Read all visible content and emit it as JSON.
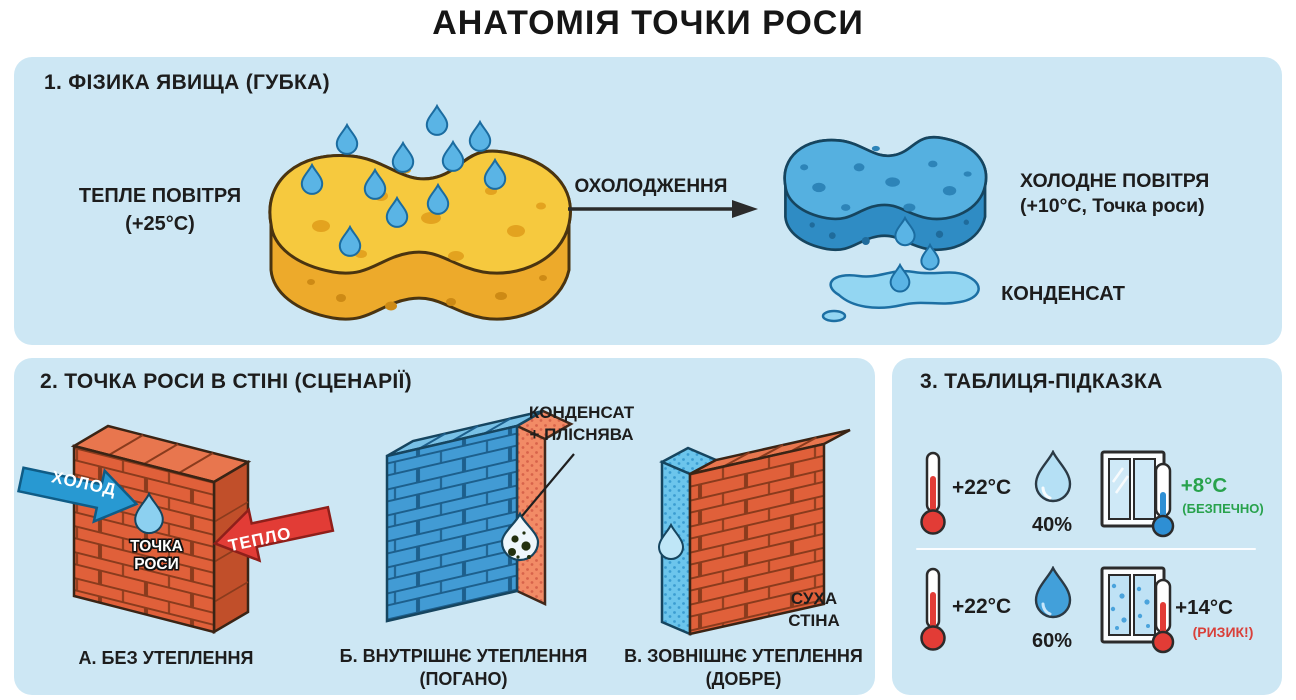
{
  "title": "АНАТОМІЯ ТОЧКИ РОСИ",
  "colors": {
    "panel_bg": "#cde7f4",
    "sponge_yellow": "#f6c93e",
    "sponge_blue": "#55b0e0",
    "droplet": "#5ab4e5",
    "cold_arrow": "#2899d2",
    "warm_arrow": "#e23c36",
    "brick_red": "#e0603a",
    "brick_blue": "#429bd4",
    "safe_green": "#28a24c",
    "risk_red": "#d9403a"
  },
  "section1": {
    "header": "1. ФІЗИКА ЯВИЩА (ГУБКА)",
    "warm_label": "ТЕПЛЕ ПОВІТРЯ\n(+25°C)",
    "cooling_label": "ОХОЛОДЖЕННЯ",
    "cold_label": "ХОЛОДНЕ ПОВІТРЯ\n(+10°C, Точка роси)",
    "condensate_label": "КОНДЕНСАТ"
  },
  "section2": {
    "header": "2. ТОЧКА РОСИ В СТІНІ (СЦЕНАРІЇ)",
    "cold_arrow_label": "ХОЛОД",
    "warm_arrow_label": "ТЕПЛО",
    "dew_point_label": "ТОЧКА\nРОСИ",
    "condensate_mold_label": "КОНДЕНСАТ\n+ ПЛІСНЯВА",
    "dry_wall_label": "СУХА\nСТІНА",
    "caption_a": "А. БЕЗ УТЕПЛЕННЯ",
    "caption_b": "Б. ВНУТРІШНЄ УТЕПЛЕННЯ\n(ПОГАНО)",
    "caption_c": "В. ЗОВНІШНЄ УТЕПЛЕННЯ\n(ДОБРЕ)"
  },
  "section3": {
    "header": "3. ТАБЛИЦЯ-ПІДКАЗКА",
    "rows": [
      {
        "temp": "+22°C",
        "humidity": "40%",
        "dew": "+8°C",
        "status": "(БЕЗПЕЧНО)",
        "status_color": "#28a24c"
      },
      {
        "temp": "+22°C",
        "humidity": "60%",
        "dew": "+14°C",
        "status": "(РИЗИК!)",
        "status_color": "#d9403a"
      }
    ]
  }
}
